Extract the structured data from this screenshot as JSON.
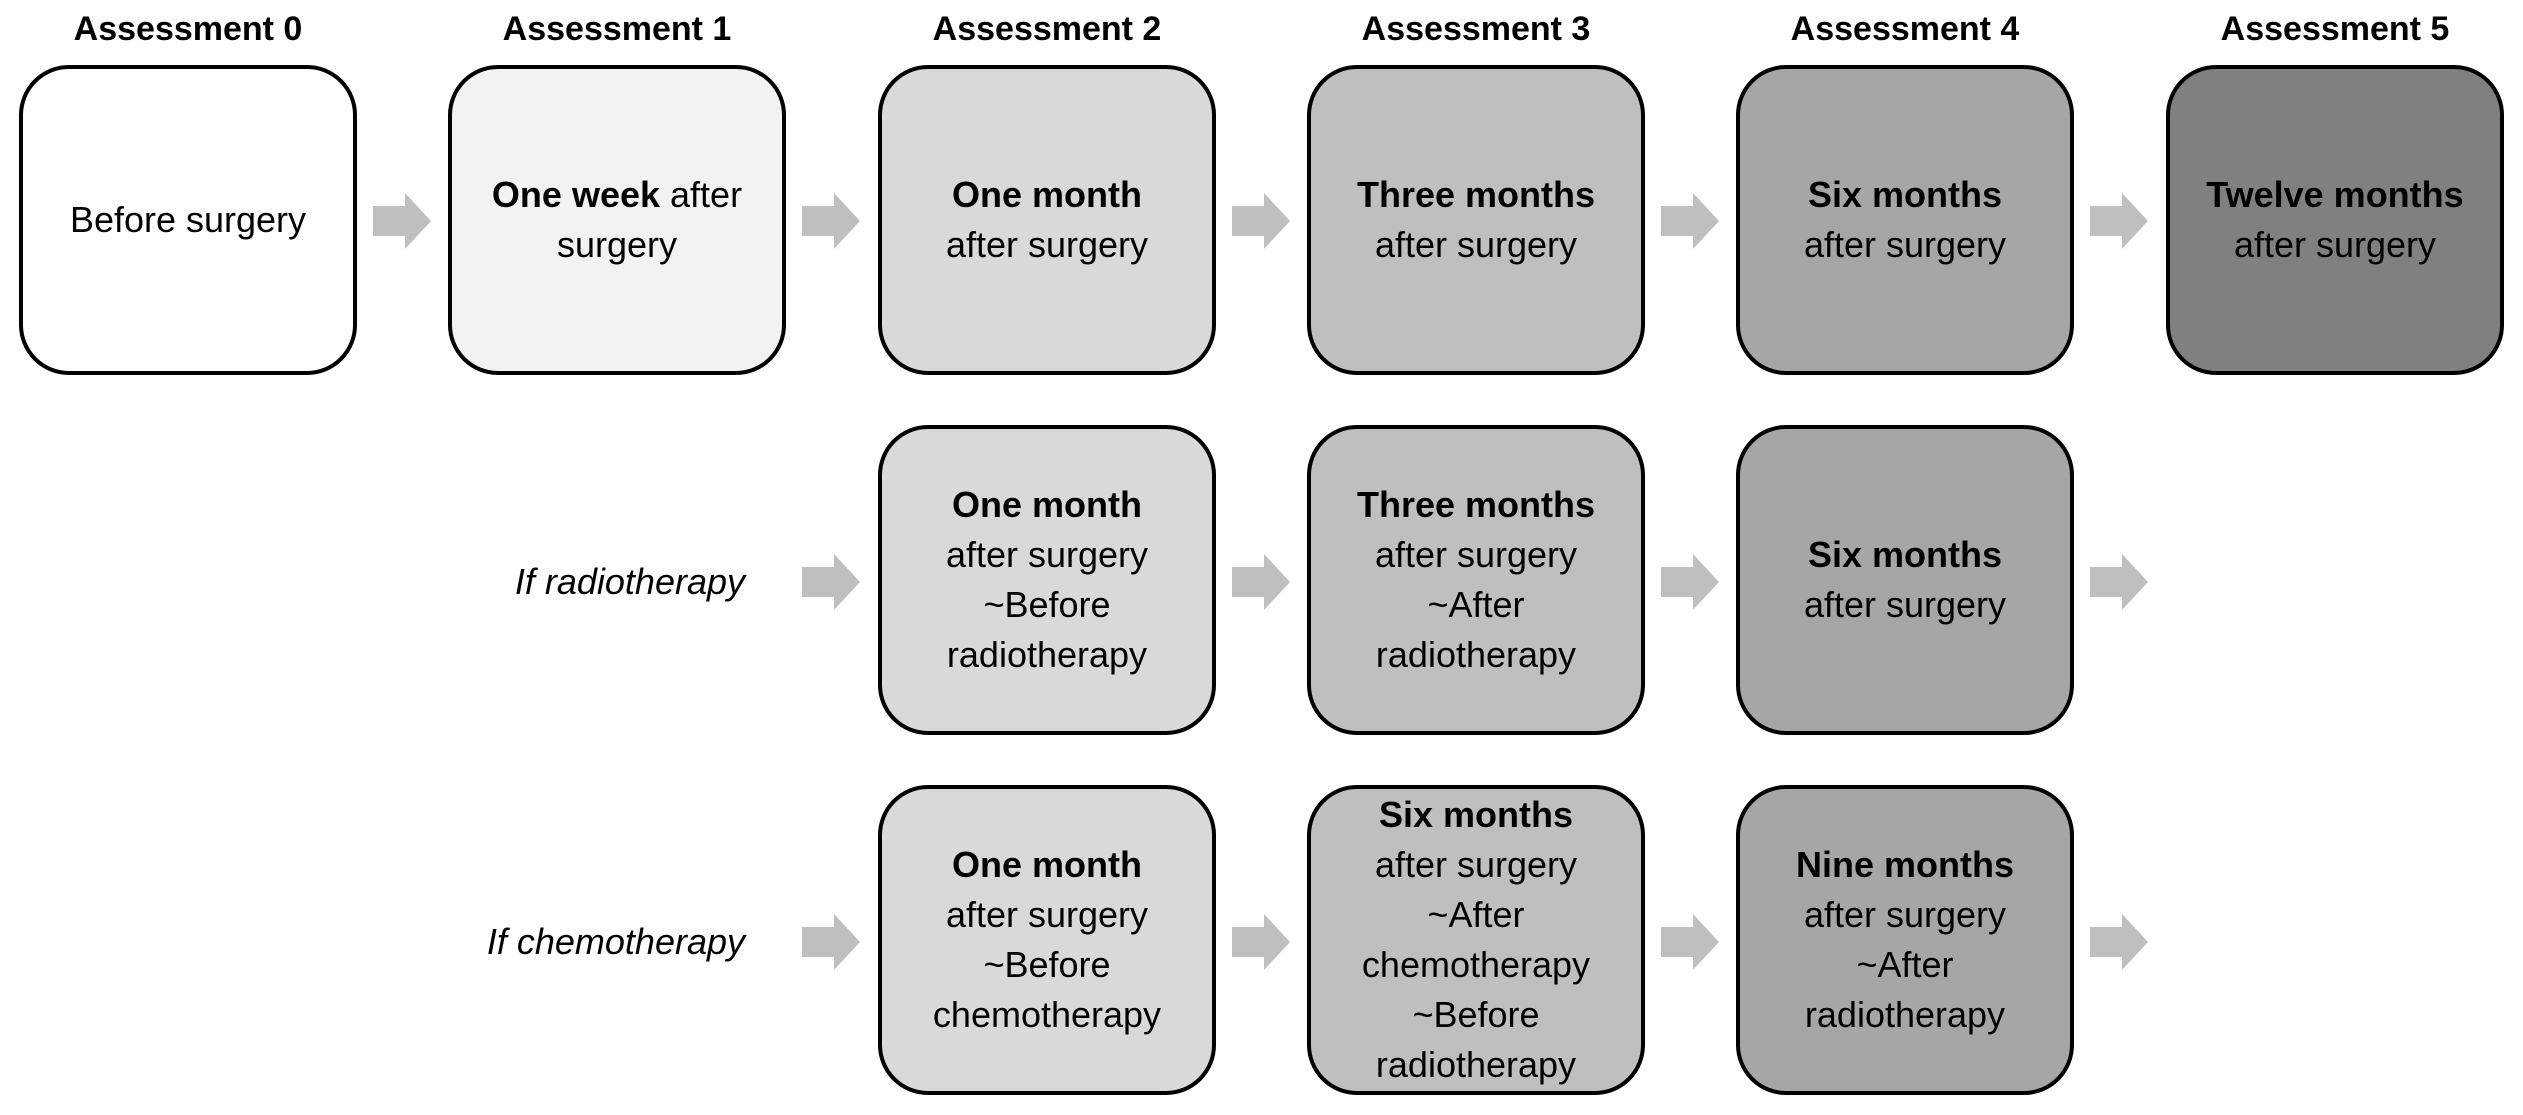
{
  "headers": [
    "Assessment 0",
    "Assessment 1",
    "Assessment 2",
    "Assessment 3",
    "Assessment 4",
    "Assessment 5"
  ],
  "row1": {
    "a0": {
      "line1": "Before surgery"
    },
    "a1": {
      "bold": "One week",
      "line1_rest": " after",
      "line2": "surgery"
    },
    "a2": {
      "bold": "One month",
      "line2": "after surgery"
    },
    "a3": {
      "bold": "Three months",
      "line2": "after surgery"
    },
    "a4": {
      "bold": "Six months",
      "line2": "after surgery"
    },
    "a5": {
      "bold": "Twelve months",
      "line2": "after surgery"
    }
  },
  "row2": {
    "label": "If radiotherapy",
    "a2": {
      "bold": "One month",
      "line2": "after surgery",
      "line3": "~Before",
      "line4": "radiotherapy"
    },
    "a3": {
      "bold": "Three months",
      "line2": "after surgery",
      "line3": "~After",
      "line4": "radiotherapy"
    },
    "a4": {
      "bold": "Six months",
      "line2": "after surgery"
    }
  },
  "row3": {
    "label": "If chemotherapy",
    "a2": {
      "bold": "One month",
      "line2": "after surgery",
      "line3": "~Before",
      "line4": "chemotherapy"
    },
    "a3": {
      "bold": "Six months",
      "line2": "after surgery",
      "line3": "~After",
      "line4": "chemotherapy",
      "line5": "~Before",
      "line6": "radiotherapy"
    },
    "a4": {
      "bold": "Nine months",
      "line2": "after surgery",
      "line3": "~After",
      "line4": "radiotherapy"
    }
  },
  "colors": {
    "shade0": "#ffffff",
    "shade1": "#f2f2f2",
    "shade2": "#d9d9d9",
    "shade3": "#bfbfbf",
    "shade4": "#a6a6a6",
    "shade5": "#808080",
    "arrow": "#bfbfbf",
    "border": "#000000"
  }
}
